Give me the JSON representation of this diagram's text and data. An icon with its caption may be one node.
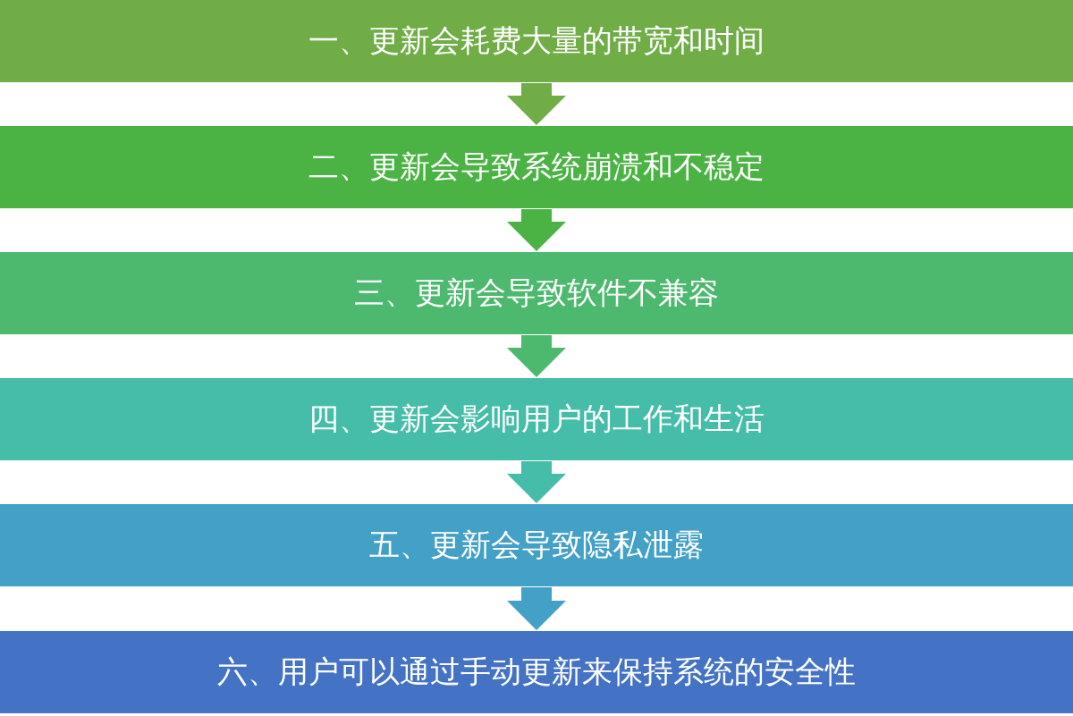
{
  "diagram": {
    "nodes": [
      {
        "text": [
          "一、更新会耗费大量的带宽和时间"
        ]
      },
      {
        "text": [
          "二、更新会导致系统崩溃和不稳定"
        ]
      },
      {
        "text": [
          "三、更新会导致软件不兼容"
        ]
      },
      {
        "text": [
          "四、更新会影响用户的工作和生活"
        ]
      },
      {
        "text": [
          "五、更新会导致隐私泄露"
        ]
      },
      {
        "text": [
          "六、用户可以通过手动更新来保持系统的安全性"
        ]
      }
    ],
    "edges": [
      {
        "from": 0,
        "to": 1,
        "arrow": "to",
        "color": "#70ad47"
      },
      {
        "from": 1,
        "to": 2,
        "arrow": "to",
        "color": "#4bb343"
      },
      {
        "from": 2,
        "to": 3,
        "arrow": "to",
        "color": "#4cb96e"
      },
      {
        "from": 3,
        "to": 4,
        "arrow": "to",
        "color": "#45bda8"
      },
      {
        "from": 4,
        "to": 5,
        "arrow": "to",
        "color": "#43a0c6"
      }
    ]
  }
}
